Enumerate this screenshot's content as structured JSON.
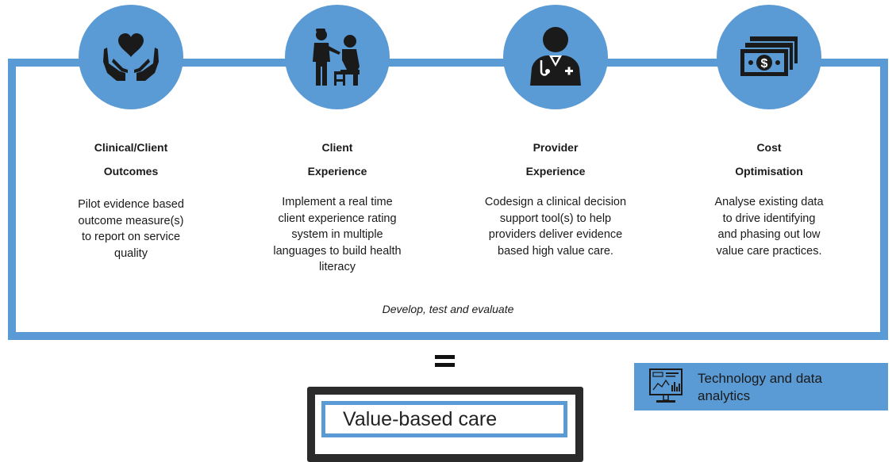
{
  "pillars": [
    {
      "title_lines": [
        "Clinical/Client",
        "Outcomes"
      ],
      "description": [
        "Pilot evidence based",
        "outcome measure(s)",
        "to report on service",
        "quality"
      ],
      "icon": "hands-heart-icon"
    },
    {
      "title_lines": [
        "Client",
        "Experience"
      ],
      "description": [
        "Implement a real time",
        "client experience rating",
        "system in multiple",
        "languages to build health",
        "literacy"
      ],
      "icon": "doctor-patient-icon"
    },
    {
      "title_lines": [
        "Provider",
        "Experience"
      ],
      "description": [
        "Codesign a clinical decision",
        "support tool(s) to help",
        "providers deliver evidence",
        "based high value care."
      ],
      "icon": "doctor-icon"
    },
    {
      "title_lines": [
        "Cost",
        "Optimisation"
      ],
      "description": [
        "Analyse existing data",
        "to drive identifying",
        "and phasing out low",
        "value care practices."
      ],
      "icon": "money-stack-icon"
    }
  ],
  "footer_text": "Develop, test and evaluate",
  "equals_symbol": "=",
  "result_label": "Value-based care",
  "technology_label": [
    "Technology and data",
    "analytics"
  ],
  "technology_icon": "analytics-screen-icon",
  "colors": {
    "accent": "#5b9bd5",
    "dark": "#2b2b2b"
  }
}
